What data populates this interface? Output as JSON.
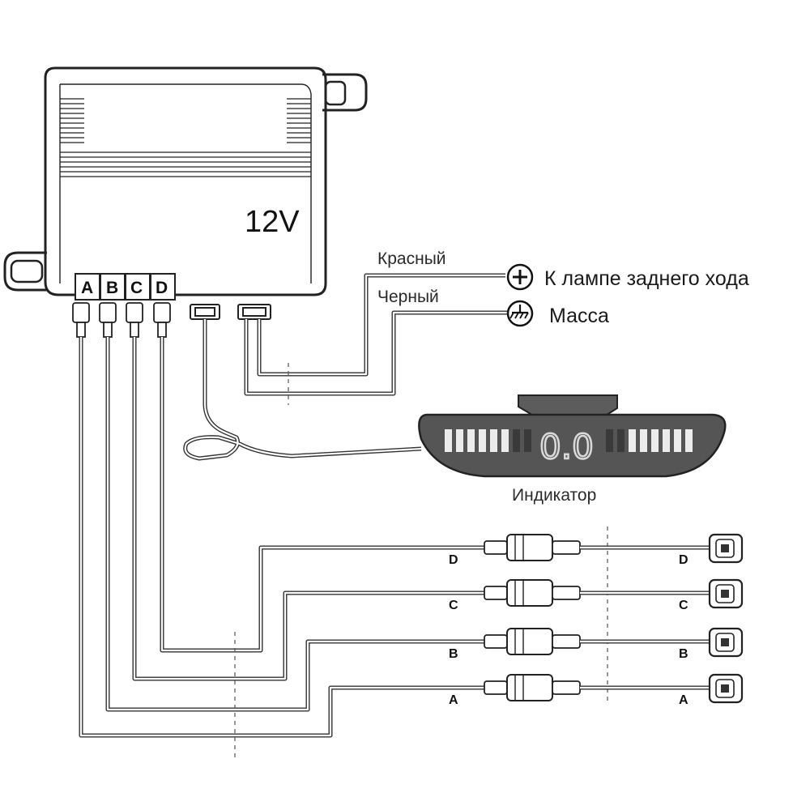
{
  "control_unit": {
    "voltage_label": "12V",
    "ports": [
      "A",
      "B",
      "C",
      "D"
    ]
  },
  "wires": {
    "red_label": "Красный",
    "black_label": "Черный"
  },
  "connections": {
    "reverse_lamp": {
      "symbol": "+",
      "label": "К лампе заднего хода"
    },
    "ground": {
      "label": "Масса"
    }
  },
  "indicator": {
    "label": "Индикатор",
    "display": "0.0"
  },
  "sensors": [
    {
      "letter": "D"
    },
    {
      "letter": "C"
    },
    {
      "letter": "B"
    },
    {
      "letter": "A"
    }
  ]
}
